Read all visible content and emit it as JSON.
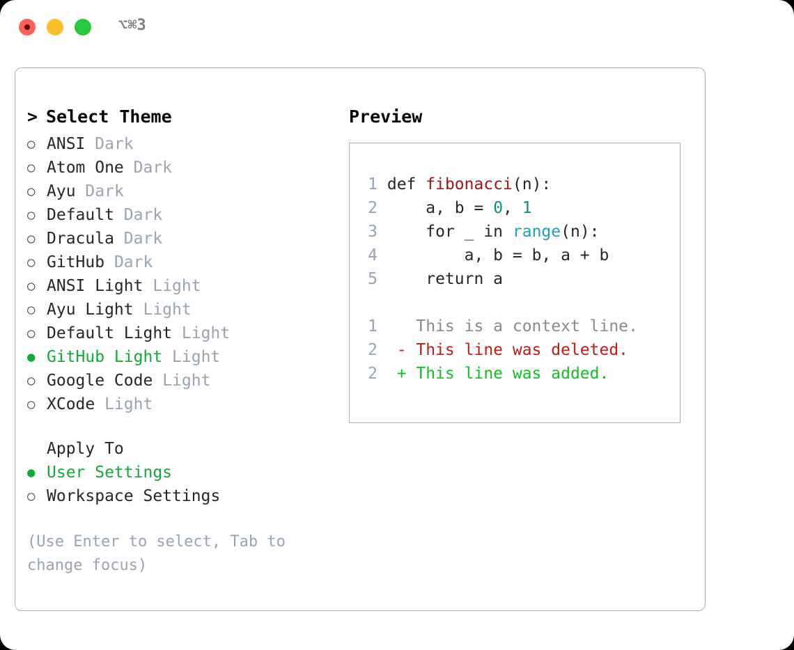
{
  "titlebar": {
    "shortcut": "⌥⌘3",
    "buttons": {
      "close": "close",
      "minimize": "minimize",
      "maximize": "maximize"
    },
    "colors": {
      "close": "#ff5f57",
      "minimize": "#ffbd2e",
      "maximize": "#28c840"
    }
  },
  "theme_picker": {
    "header_caret": ">",
    "header": "Select Theme",
    "marker_selected": "●",
    "marker_unselected": "○",
    "items": [
      {
        "name": "ANSI",
        "variant": "Dark",
        "selected": false
      },
      {
        "name": "Atom One",
        "variant": "Dark",
        "selected": false
      },
      {
        "name": "Ayu",
        "variant": "Dark",
        "selected": false
      },
      {
        "name": "Default",
        "variant": "Dark",
        "selected": false
      },
      {
        "name": "Dracula",
        "variant": "Dark",
        "selected": false
      },
      {
        "name": "GitHub",
        "variant": "Dark",
        "selected": false
      },
      {
        "name": "ANSI Light",
        "variant": "Light",
        "selected": false
      },
      {
        "name": "Ayu Light",
        "variant": "Light",
        "selected": false
      },
      {
        "name": "Default Light",
        "variant": "Light",
        "selected": false
      },
      {
        "name": "GitHub Light",
        "variant": "Light",
        "selected": true
      },
      {
        "name": "Google Code",
        "variant": "Light",
        "selected": false
      },
      {
        "name": "XCode",
        "variant": "Light",
        "selected": false
      }
    ]
  },
  "apply_to": {
    "title": "Apply To",
    "options": [
      {
        "name": "User Settings",
        "selected": true
      },
      {
        "name": "Workspace Settings",
        "selected": false
      }
    ]
  },
  "hint": "(Use Enter to select, Tab to change focus)",
  "preview": {
    "title": "Preview",
    "code_lines": [
      {
        "num": "1",
        "parts": [
          {
            "text": "def ",
            "style": "plain"
          },
          {
            "text": "fibonacci",
            "style": "fn"
          },
          {
            "text": "(n):",
            "style": "plain"
          }
        ]
      },
      {
        "num": "2",
        "parts": [
          {
            "text": "    a, b = ",
            "style": "plain"
          },
          {
            "text": "0",
            "style": "num"
          },
          {
            "text": ", ",
            "style": "plain"
          },
          {
            "text": "1",
            "style": "num"
          }
        ]
      },
      {
        "num": "3",
        "parts": [
          {
            "text": "    for _ in ",
            "style": "plain"
          },
          {
            "text": "range",
            "style": "call"
          },
          {
            "text": "(n):",
            "style": "plain"
          }
        ]
      },
      {
        "num": "4",
        "parts": [
          {
            "text": "        a, b = b, a + b",
            "style": "plain"
          }
        ]
      },
      {
        "num": "5",
        "parts": [
          {
            "text": "    return a",
            "style": "plain"
          }
        ]
      }
    ],
    "diff_lines": [
      {
        "num": "1",
        "sign": " ",
        "text": "This is a context line.",
        "kind": "context"
      },
      {
        "num": "2",
        "sign": "-",
        "text": "This line was deleted.",
        "kind": "deleted"
      },
      {
        "num": "2",
        "sign": "+",
        "text": "This line was added.",
        "kind": "added"
      }
    ]
  },
  "colors": {
    "selected_green": "#11ab38",
    "variant_gray": "#9aa3b0",
    "border": "#a7b0bd",
    "token_function": "#a81414",
    "token_number": "#0d8d85",
    "token_call": "#1c9ecb",
    "diff_deleted": "#c21d12",
    "diff_added": "#0ec21f",
    "diff_context": "#8a8a8a"
  }
}
